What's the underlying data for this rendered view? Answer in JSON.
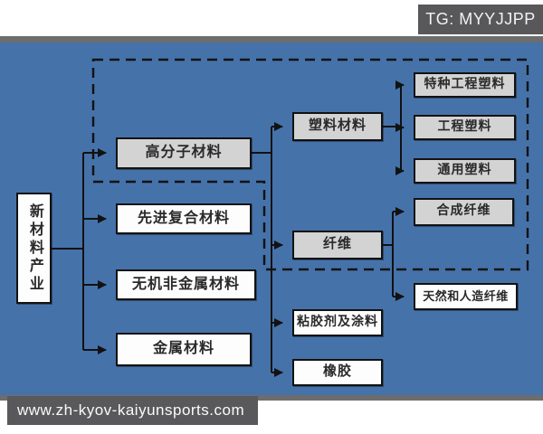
{
  "badge": {
    "text": "TG: MYYJJPP"
  },
  "watermark": {
    "text": "www.zh-kyov-kaiyunsports.com"
  },
  "colors": {
    "panel_blue": "#4672aa",
    "panel_border_gray": "#6d6d6d",
    "node_gray": "#d3d3d3",
    "node_white": "#fdfdfd",
    "badge_gray": "#58585a",
    "line_black": "#121212"
  },
  "diagram": {
    "root": {
      "label": "新材料产业"
    },
    "level1": [
      {
        "label": "高分子材料"
      },
      {
        "label": "先进复合材料"
      },
      {
        "label": "无机非金属材料"
      },
      {
        "label": "金属材料"
      }
    ],
    "polymer_children": [
      {
        "label": "塑料材料"
      },
      {
        "label": "纤维"
      },
      {
        "label": "粘胶剂及涂料"
      },
      {
        "label": "橡胶"
      }
    ],
    "plastic_children": [
      {
        "label": "特种工程塑料"
      },
      {
        "label": "工程塑料"
      },
      {
        "label": "通用塑料"
      }
    ],
    "fiber_children": [
      {
        "label": "合成纤维"
      },
      {
        "label": "天然和人造纤维"
      }
    ]
  }
}
